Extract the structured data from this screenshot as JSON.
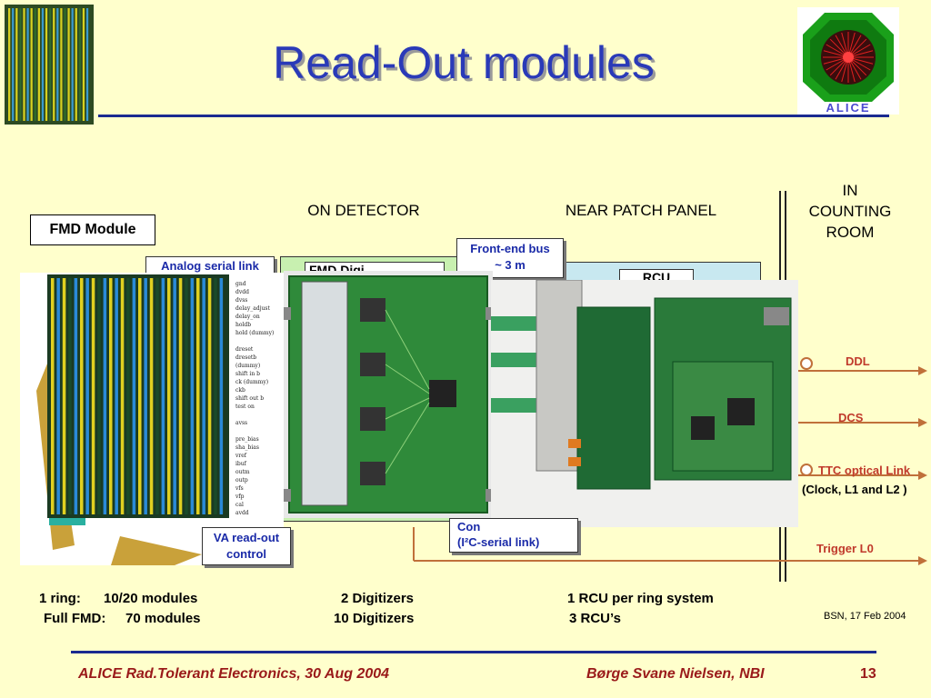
{
  "slide": {
    "title": "Read-Out modules",
    "headers": {
      "on_detector": "ON DETECTOR",
      "near_patch": "NEAR PATCH PANEL",
      "counting_room": "IN\nCOUNTING\nROOM"
    },
    "fmd_module_label": "FMD Module",
    "analog_link_label": "Analog serial link",
    "frontend_bus_label": "Front-end bus\n~ 3 m",
    "va_readout_label": "VA read-out\ncontrol",
    "i2c_label": "Con\n(I²C-serial link)",
    "fmd_digitizer_partial": "FMD Digi...",
    "rcu_partial": "RCU",
    "links": {
      "ddl": "DDL",
      "dcs": "DCS",
      "ttc": "TTC optical Link",
      "ttc_sub": "(Clock,  L1 and L2 )",
      "trigger": "Trigger L0"
    },
    "bottom": {
      "ring_label": "1 ring:",
      "ring_modules": "10/20 modules",
      "full_label": "Full FMD:",
      "full_modules": "70 modules",
      "digitizers_ring": "2 Digitizers",
      "digitizers_full": "10 Digitizers",
      "rcu_ring": "1 RCU per ring system",
      "rcu_full": "3 RCU’s"
    },
    "date_note": "BSN, 17 Feb 2004",
    "footer": {
      "left": "ALICE Rad.Tolerant Electronics, 30 Aug 2004",
      "author": "Børge Svane Nielsen, NBI",
      "page": "13"
    },
    "logo_text": "ALICE",
    "chip_pins": [
      "gnd",
      "dvdd",
      "dvss",
      "delay_adjust",
      "delay_on",
      "holdb",
      "hold (dummy)",
      "",
      "dreset",
      "dresetb (dummy)",
      "shift in b",
      "ck (dummy)",
      "ckb",
      "shift out b",
      "test on",
      "",
      "avss",
      "",
      "pre_bias",
      "sha_bias",
      "vref",
      "ibuf",
      "outm",
      "outp",
      "vfs",
      "vfp",
      "cal",
      "avdd"
    ]
  },
  "colors": {
    "background": "#ffffcc",
    "title": "#2a3ab8",
    "rule": "#1a2a90",
    "link_lines": "#c0703a",
    "link_text": "#c0392b",
    "footer": "#9a1a1a"
  }
}
